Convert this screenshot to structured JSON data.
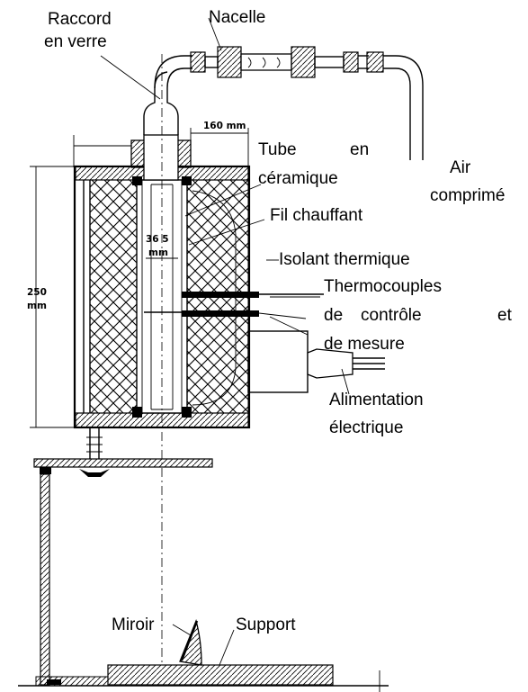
{
  "labels": {
    "raccord_1": "Raccord",
    "raccord_2": "en verre",
    "nacelle": "Nacelle",
    "tube_1": "Tube",
    "tube_1b": "en",
    "tube_2": "céramique",
    "air_1": "Air",
    "air_2": "comprimé",
    "fil": "Fil chauffant",
    "isolant": "Isolant thermique",
    "thermo_1": "Thermocouples",
    "thermo_2a": "de",
    "thermo_2b": "contrôle",
    "thermo_2c": "et",
    "thermo_3": "de mesure",
    "alim_1": "Alimentation",
    "alim_2": "électrique",
    "miroir": "Miroir",
    "support": "Support"
  },
  "dimensions": {
    "width_label": "160 mm",
    "height_value": "250",
    "height_unit": "mm",
    "bore_value": "36 5",
    "bore_unit": "mm"
  }
}
